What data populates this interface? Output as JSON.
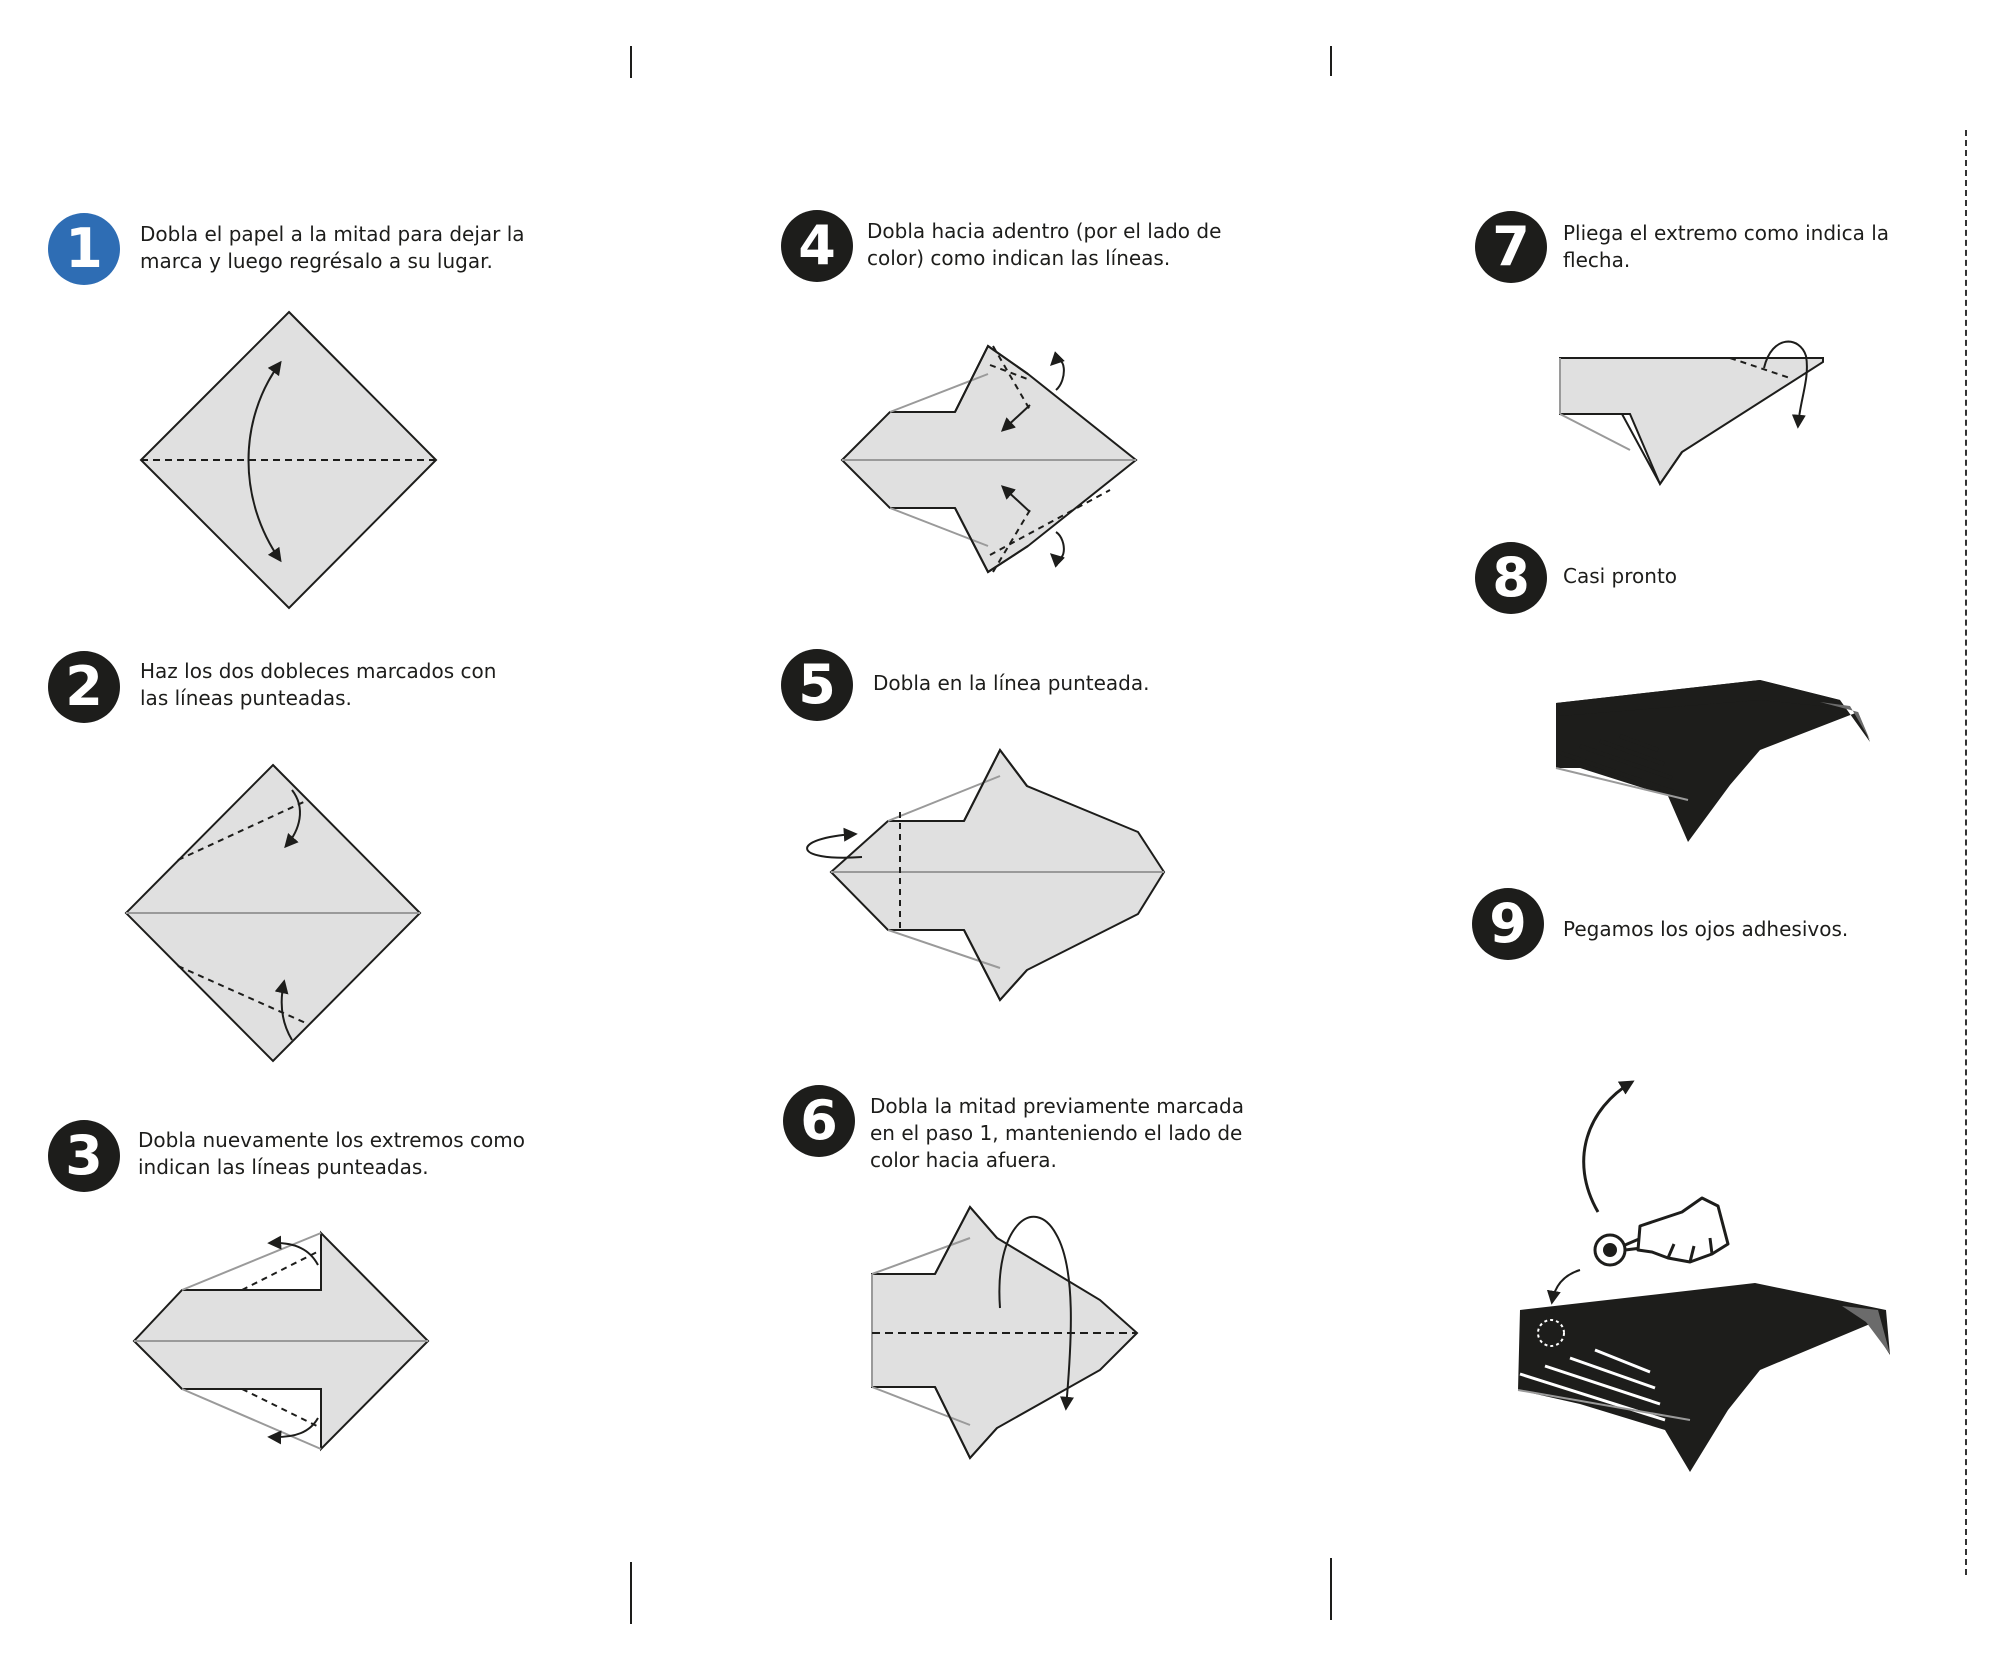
{
  "steps": [
    {
      "number": "1",
      "text": "Dobla el papel a la mitad para dejar la\nmarca y luego regrésalo a su lugar."
    },
    {
      "number": "2",
      "text": "Haz los dos dobleces marcados con\nlas líneas punteadas."
    },
    {
      "number": "3",
      "text": "Dobla nuevamente los extremos como\nindican las líneas punteadas."
    },
    {
      "number": "4",
      "text": "Dobla hacia adentro (por el lado de\ncolor) como indican las líneas."
    },
    {
      "number": "5",
      "text": "Dobla en la línea punteada."
    },
    {
      "number": "6",
      "text": "Dobla la mitad previamente marcada\nen el paso 1, manteniendo el lado de\ncolor hacia afuera."
    },
    {
      "number": "7",
      "text": "Pliega el extremo como indica la\nflecha."
    },
    {
      "number": "8",
      "text": "Casi pronto"
    },
    {
      "number": "9",
      "text": "Pegamos los ojos adhesivos."
    }
  ],
  "colors": {
    "paper": "#e0e0e0",
    "ink": "#1d1d1b",
    "accent": "#2e6db4",
    "whale": "#1d1d1b"
  },
  "icons": [
    "fold-arrow-icon",
    "hand-pointer-icon",
    "googly-eye-icon"
  ]
}
